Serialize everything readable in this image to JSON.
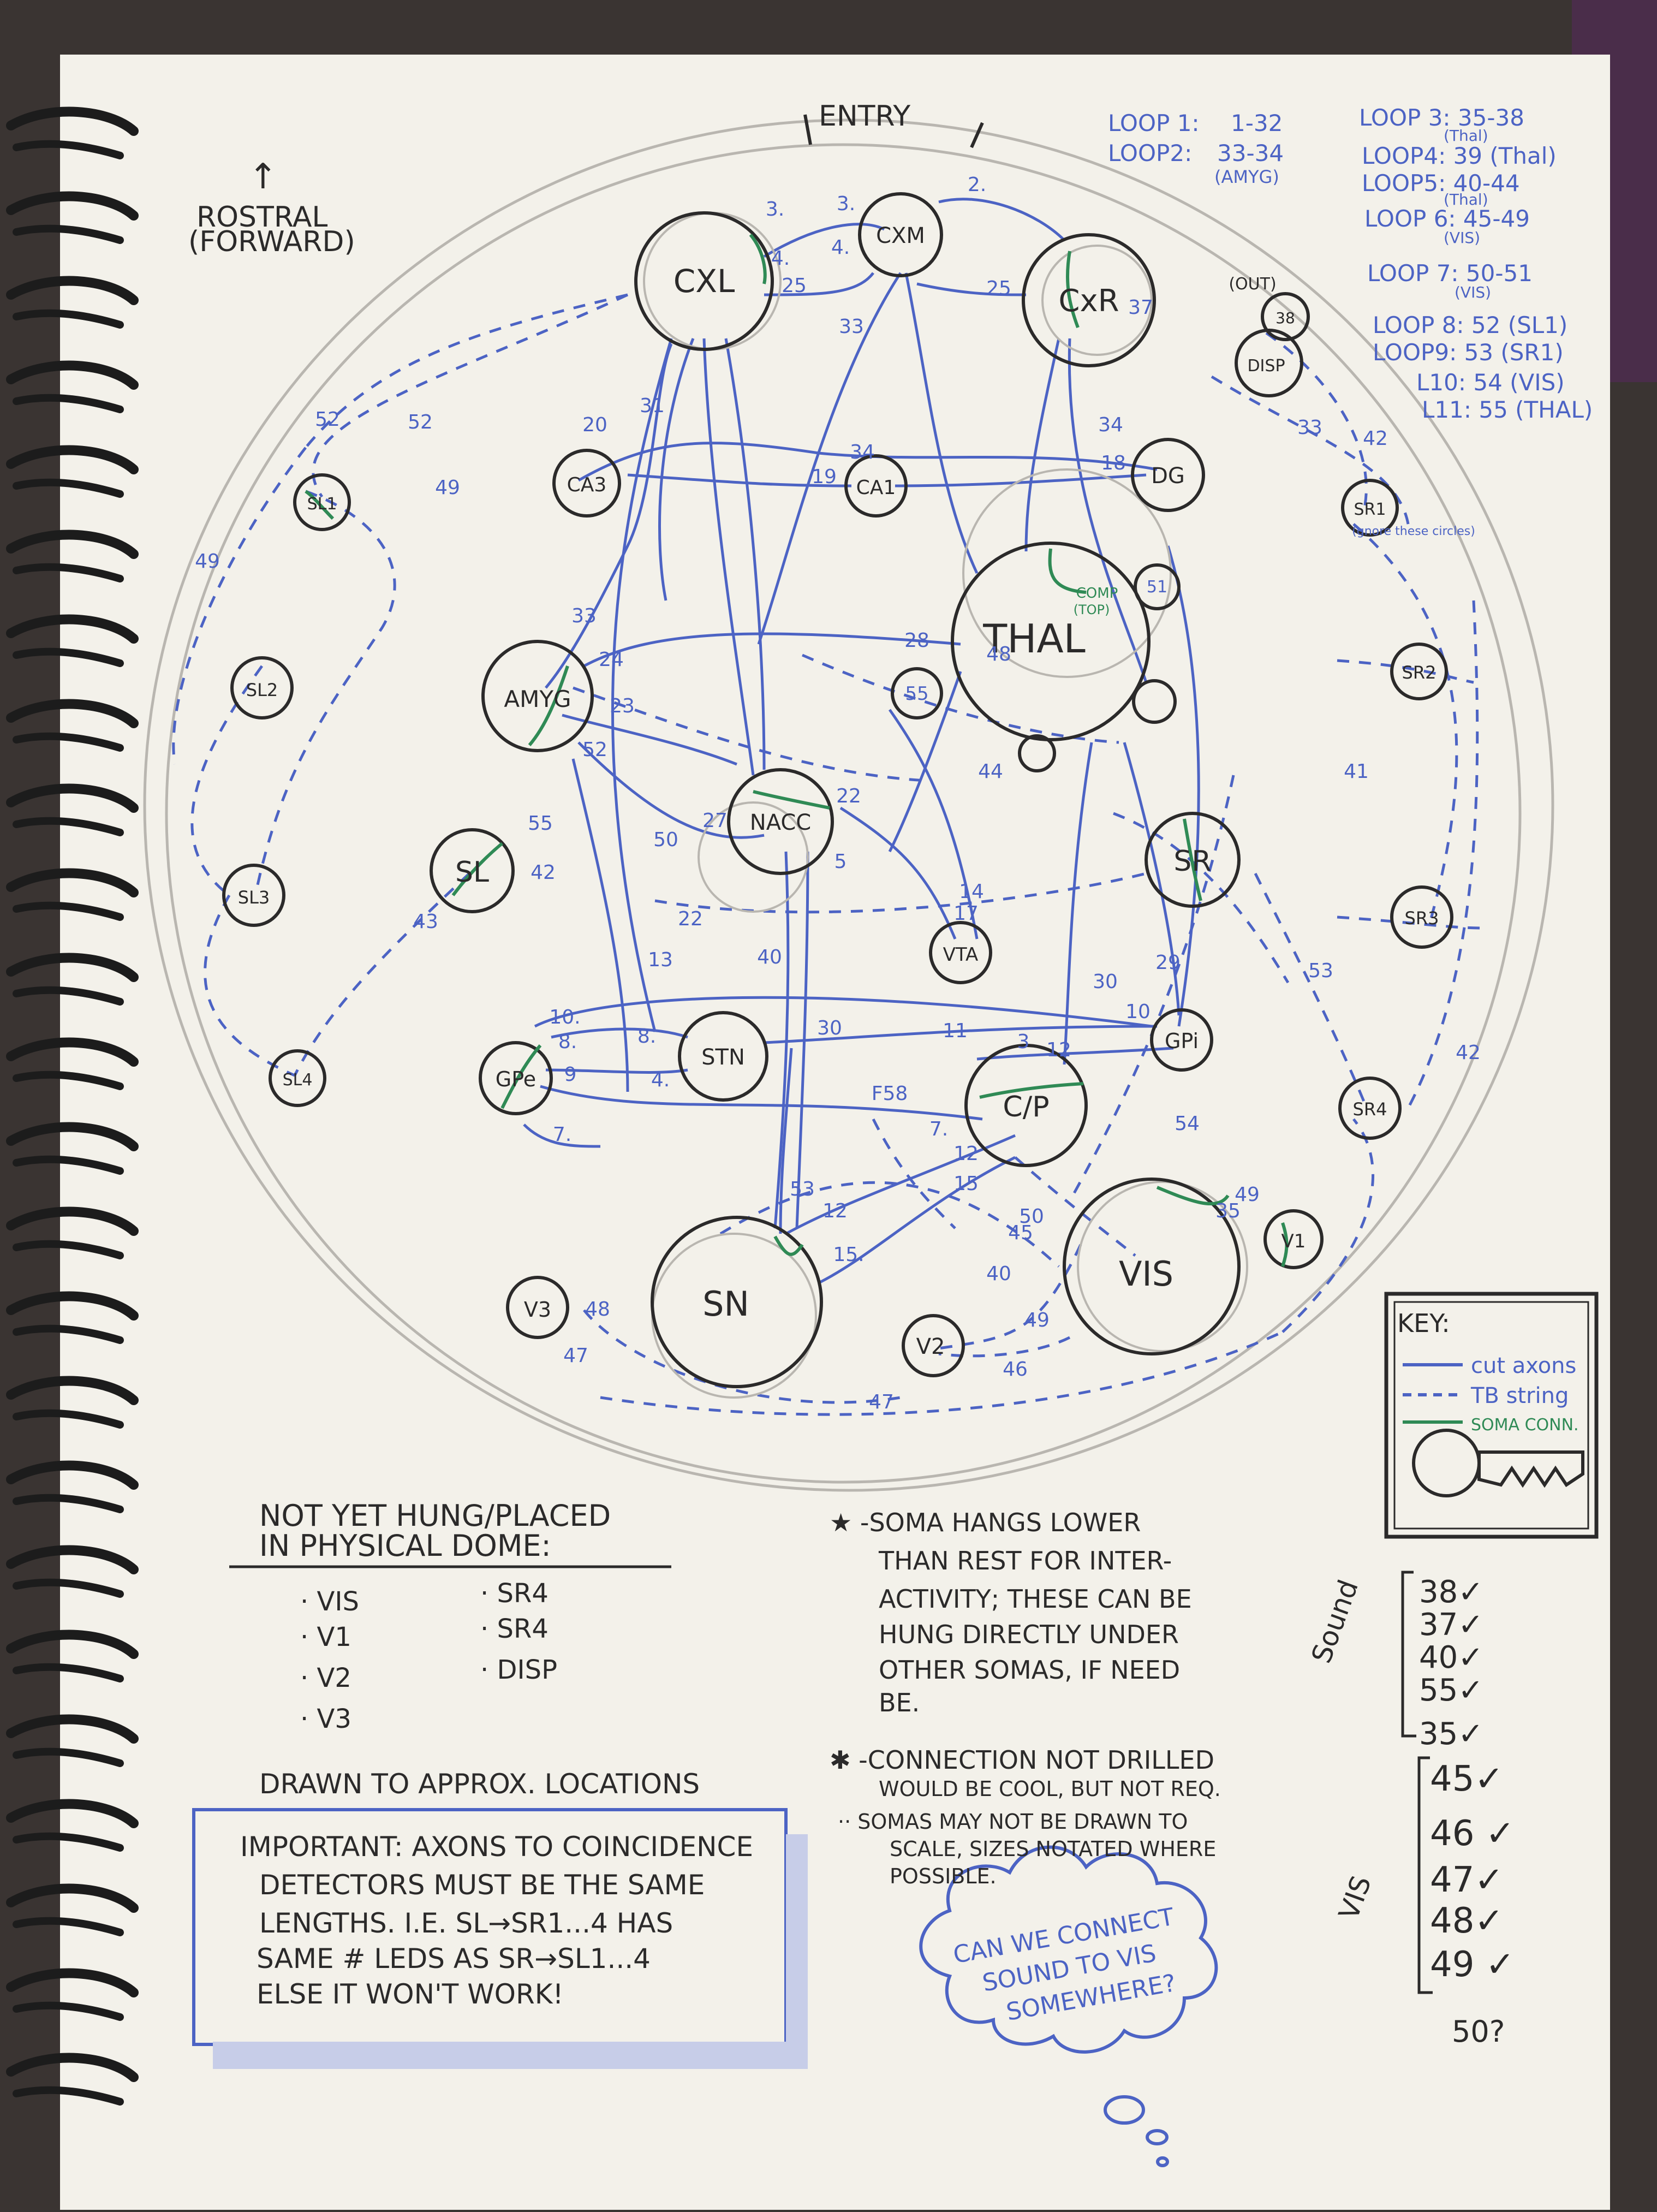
{
  "colors": {
    "paper": "#f3f1ea",
    "pencil": "#b9b6b0",
    "ink_black": "#2b2a2a",
    "ink_blue": "#4c63c4",
    "ink_green": "#2f8a55",
    "background": "#3a3432"
  },
  "header": {
    "entry": "ENTRY",
    "rostral_line1": "ROSTRAL",
    "rostral_line2": "(FORWARD)"
  },
  "loops_left": [
    {
      "label": "LOOP 1:",
      "value": "1-32",
      "sub": ""
    },
    {
      "label": "LOOP2:",
      "value": "33-34",
      "sub": "(AMYG)"
    }
  ],
  "loops_right": [
    {
      "text": "LOOP 3: 35-38",
      "sub": "(Thal)"
    },
    {
      "text": "LOOP4: 39 (Thal)",
      "sub": ""
    },
    {
      "text": "LOOP5: 40-44",
      "sub": "(Thal)"
    },
    {
      "text": "LOOP 6: 45-49",
      "sub": "(VIS)"
    },
    {
      "text": "LOOP 7: 50-51",
      "sub": "(VIS)"
    },
    {
      "text": "LOOP 8: 52 (SL1)",
      "sub": ""
    },
    {
      "text": "LOOP9: 53 (SR1)",
      "sub": ""
    },
    {
      "text": "L10: 54 (VIS)",
      "sub": ""
    },
    {
      "text": "L11: 55 (THAL)",
      "sub": ""
    }
  ],
  "nodes": {
    "cxl": "CXL",
    "cxm": "CXM",
    "cxr": "CxR",
    "disp": "DISP",
    "out": "(OUT)",
    "n38": "38",
    "ca3": "CA3",
    "ca1": "CA1",
    "dg": "DG",
    "thal": "THAL",
    "comp": "COMP",
    "comp_sub": "(TOP)",
    "amyg": "AMYG",
    "nacc": "NACC",
    "sl": "SL",
    "sr": "SR",
    "vta": "VTA",
    "gpe": "GPe",
    "stn": "STN",
    "gpi": "GPi",
    "cp": "C/P",
    "sn": "SN",
    "vis": "VIS",
    "v1": "V1",
    "v2": "V2",
    "v3": "V3",
    "sl1": "SL1",
    "sl2": "SL2",
    "sl3": "SL3",
    "sl4": "SL4",
    "sr1": "SR1",
    "sr2": "SR2",
    "sr3": "SR3",
    "sr4": "SR4",
    "n55": "55",
    "n51": "51",
    "sr1_note": "(gnore these circles)"
  },
  "key": {
    "title": "KEY:",
    "cut_axons": "cut axons",
    "tb_string": "TB string",
    "soma_conn": "SOMA CONN."
  },
  "not_hung": {
    "title_line1": "NOT YET HUNG/PLACED",
    "title_line2": "IN PHYSICAL DOME:",
    "col1": [
      "· VIS",
      "· V1",
      "· V2",
      "· V3"
    ],
    "col2": [
      "· SR4",
      "· SR4",
      "· DISP"
    ],
    "footer": "DRAWN TO APPROX. LOCATIONS"
  },
  "important": {
    "lines": [
      "IMPORTANT: AXONS TO COINCIDENCE",
      "DETECTORS MUST BE THE SAME",
      "LENGTHS. I.E. SL→SR1...4 HAS",
      "SAME # LEDS AS SR→SL1...4",
      "ELSE IT WON'T WORK!"
    ]
  },
  "notes": {
    "star_lines": [
      "★ -SOMA HANGS LOWER",
      "THAN REST FOR INTER-",
      "ACTIVITY; THESE CAN BE",
      "HUNG DIRECTLY UNDER",
      "OTHER SOMAS, IF NEED",
      "BE."
    ],
    "asterisk_lines": [
      "✱ -CONNECTION NOT DRILLED",
      "WOULD BE COOL, BUT NOT REQ."
    ],
    "dots_lines": [
      "·· SOMAS MAY NOT BE DRAWN TO",
      "SCALE, SIZES NOTATED WHERE",
      "POSSIBLE."
    ]
  },
  "cloud": {
    "lines": [
      "CAN WE CONNECT",
      "SOUND TO VIS",
      "SOMEWHERE?"
    ]
  },
  "checklist": {
    "sound_label": "Sound",
    "vis_label": "VIS",
    "sound_items": [
      "38✓",
      "37✓",
      "40✓",
      "55✓",
      "35✓"
    ],
    "vis_items": [
      "45✓",
      "46 ✓",
      "47✓",
      "48✓",
      "49 ✓"
    ],
    "extra": "50?"
  }
}
